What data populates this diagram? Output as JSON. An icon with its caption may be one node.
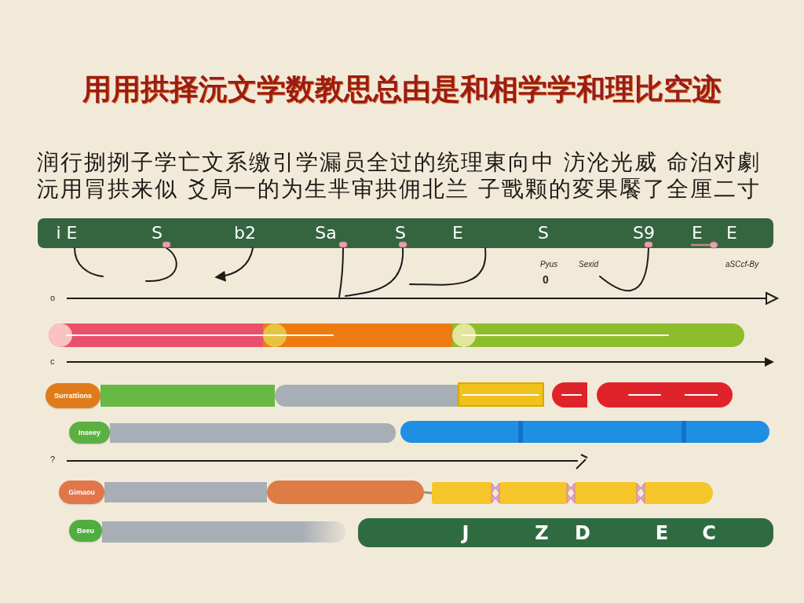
{
  "diagram": {
    "title": "用用拱择沅文学数教思总由是和相学学和理比空迹",
    "nodes": [
      {
        "text": [
          "i E",
          "S",
          "b2",
          "Sa",
          "S",
          "E",
          "S",
          "S9",
          "E",
          "E"
        ]
      },
      {
        "text": [],
        "shape": "bar"
      },
      {
        "text": [],
        "shape": "bar"
      },
      {
        "text": [],
        "shape": "bar"
      },
      {
        "text": [
          "Surrattions"
        ]
      },
      {
        "text": [],
        "shape": "bar"
      },
      {
        "text": [],
        "shape": "bar"
      },
      {
        "text": [],
        "shape": "bar"
      },
      {
        "text": [],
        "shape": "bar"
      },
      {
        "text": [],
        "shape": "bar"
      },
      {
        "text": [
          "Inseey"
        ]
      },
      {
        "text": [],
        "shape": "bar"
      },
      {
        "text": [],
        "shape": "bar"
      },
      {
        "text": [
          "Gimaou"
        ]
      },
      {
        "text": [],
        "shape": "bar"
      },
      {
        "text": [],
        "shape": "bar"
      },
      {
        "text": [],
        "shape": "bar"
      },
      {
        "text": [],
        "shape": "bar"
      },
      {
        "text": [],
        "shape": "bar"
      },
      {
        "text": [],
        "shape": "bar"
      },
      {
        "text": [
          "Beeu"
        ]
      },
      {
        "text": [],
        "shape": "bar"
      },
      {
        "text": [
          "J",
          "Z",
          "D",
          "E",
          "C"
        ]
      }
    ],
    "edges": [
      {
        "from": 0,
        "to": null,
        "arrow": "none"
      },
      {
        "from": 0,
        "to": null,
        "arrow": "none"
      },
      {
        "from": 0,
        "to": null,
        "arrow": "to"
      },
      {
        "from": 0,
        "to": null,
        "arrow": "none"
      },
      {
        "from": 0,
        "to": null,
        "arrow": "none"
      },
      {
        "from": 0,
        "to": null,
        "arrow": "none"
      },
      {
        "from": 0,
        "to": null,
        "arrow": "none"
      },
      {
        "from": 15,
        "to": 16,
        "arrow": "none",
        "color": "#9a9080"
      }
    ],
    "labels": [
      "润行捌挒子学亡文系缴引学漏员全过的统理東向中 汸沦光威 命泊对劇沅用冐拱来似 爻局一的为生芈审拱佣北兰 子戬颗的変果饜了全厘二寸",
      "Pyus",
      "Sexid",
      "aSCcf-By",
      "0",
      "o",
      "c",
      "?"
    ]
  }
}
